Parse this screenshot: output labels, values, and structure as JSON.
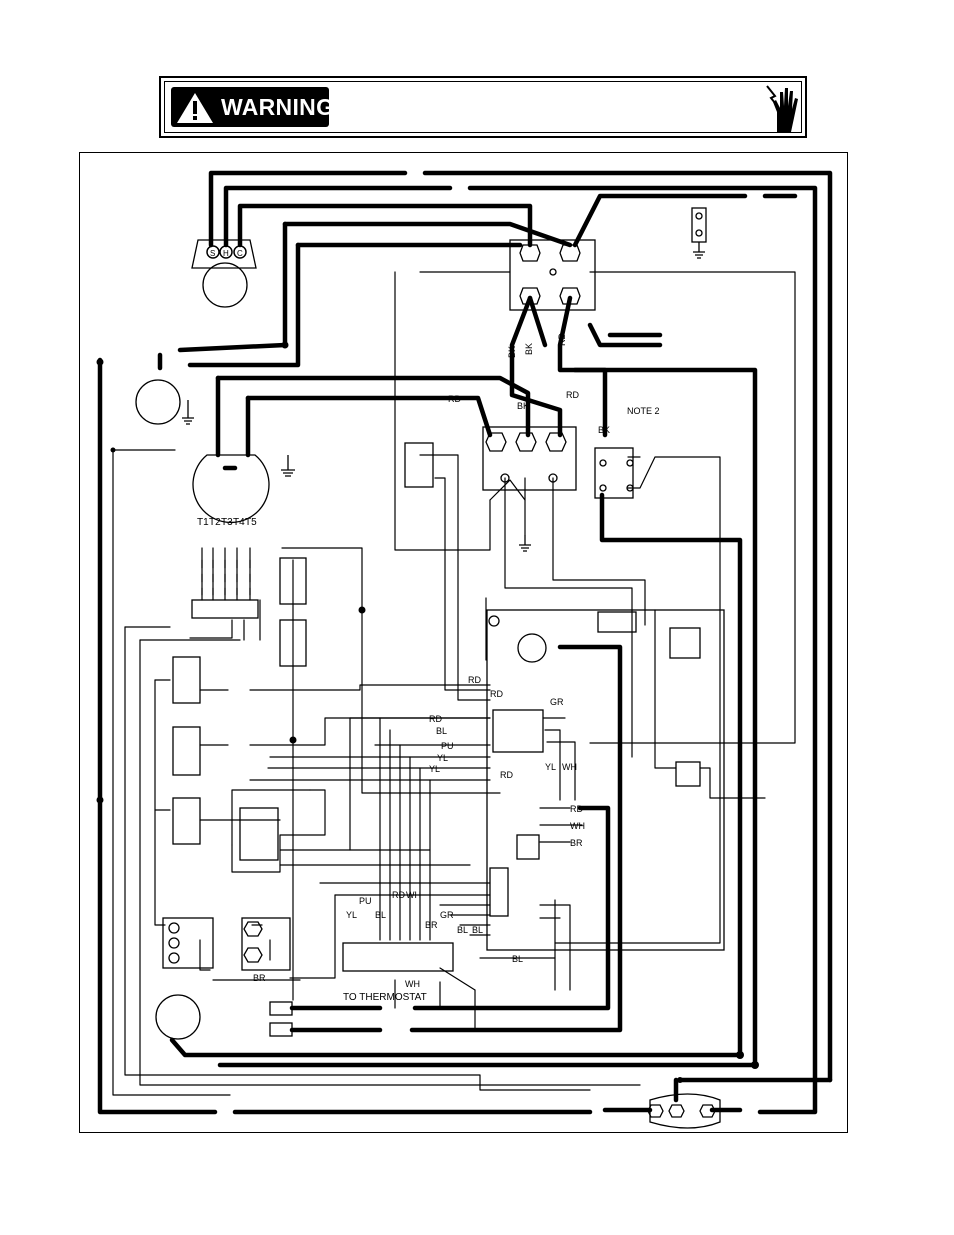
{
  "warning": {
    "label": "WARNING"
  },
  "motor_terminals": {
    "s": "S",
    "h": "H",
    "c": "C"
  },
  "blower_taps": [
    "T1",
    "T2",
    "T3",
    "T4",
    "T5"
  ],
  "wire_labels": {
    "rd": "RD",
    "bk": "BK",
    "bl": "BL",
    "pu": "PU",
    "yl": "YL",
    "wh": "WH",
    "gr": "GR",
    "br": "BR"
  },
  "note2": "NOTE 2",
  "to_thermostat": "TO THERMOSTAT",
  "icons": {
    "warning": "warning-triangle-icon",
    "shock": "electric-shock-hand-icon",
    "ground": "ground-icon"
  }
}
